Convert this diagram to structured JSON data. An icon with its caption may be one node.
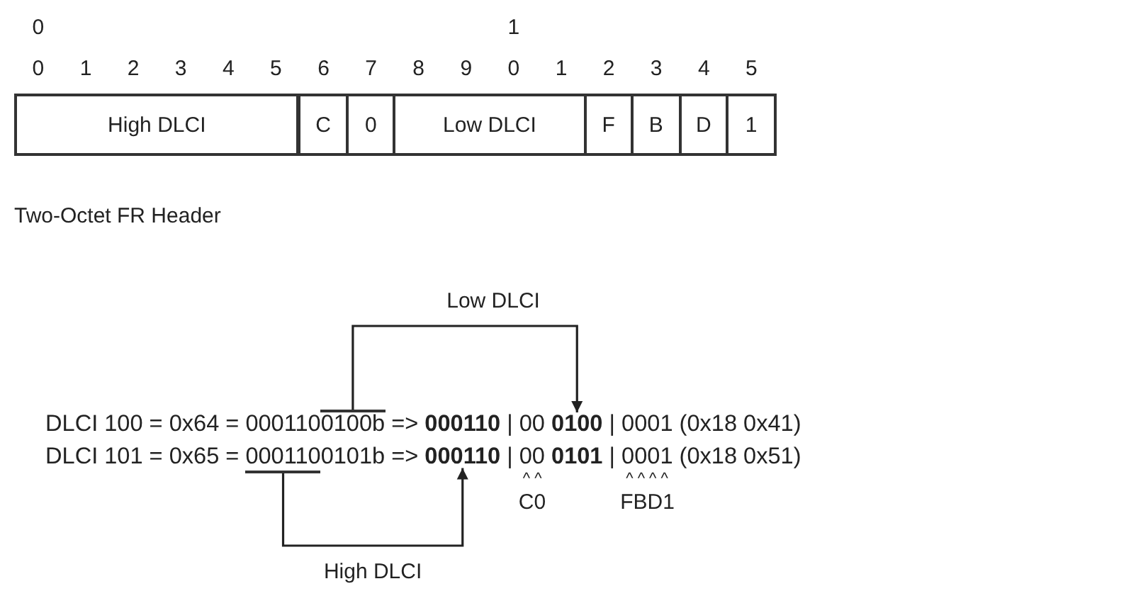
{
  "diagram": {
    "nodes": [
      {
        "text": [
          "High DLCI"
        ]
      },
      {
        "text": [
          "C"
        ]
      },
      {
        "text": [
          "0"
        ]
      },
      {
        "text": [
          "Low DLCI"
        ]
      },
      {
        "text": [
          "F"
        ]
      },
      {
        "text": [
          "B"
        ]
      },
      {
        "text": [
          "D"
        ]
      },
      {
        "text": [
          "1"
        ]
      },
      {
        "text": [],
        "shape": "bar"
      },
      {
        "text": [],
        "shape": "bar"
      },
      {
        "text": [
          "DLCI 100 = 0x64 = 0001100100b => **000110** | 00 **0100** | 0001 (0x18 0x41)"
        ]
      },
      {
        "text": [
          "DLCI 101 = 0x65 = 0001100101b => **000110** | 00 **0101** | 0001 (0x18 0x51)"
        ]
      }
    ],
    "edges": [
      {
        "from": 8,
        "to": 10,
        "arrow": "to",
        "label": "Low DLCI"
      },
      {
        "from": 9,
        "to": 11,
        "arrow": "to",
        "label": "High DLCI"
      }
    ],
    "labels": [
      "0",
      "1",
      "0",
      "1",
      "2",
      "3",
      "4",
      "5",
      "6",
      "7",
      "8",
      "9",
      "0",
      "1",
      "2",
      "3",
      "4",
      "5",
      "Two-Octet FR Header",
      "^ ^",
      "C0",
      "^ ^ ^ ^",
      "FBD1"
    ]
  }
}
